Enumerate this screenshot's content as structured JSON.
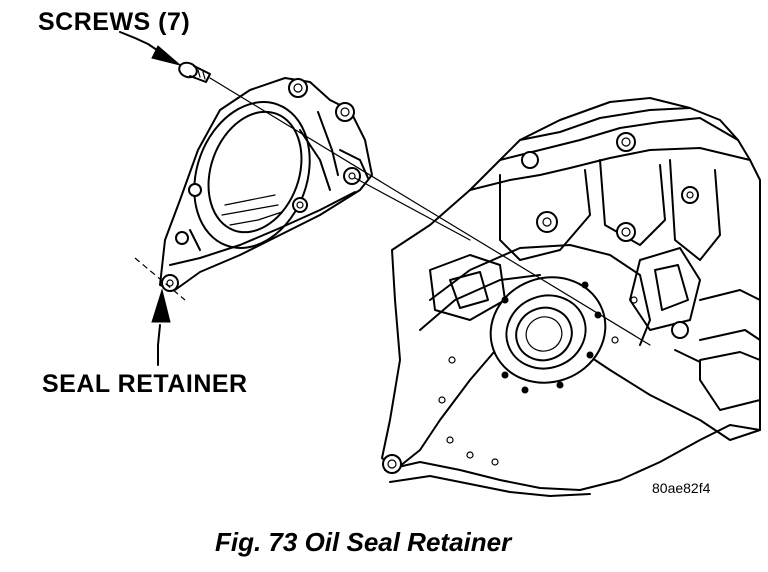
{
  "labels": {
    "screws": "SCREWS (7)",
    "seal_retainer": "SEAL RETAINER",
    "drawing_code": "80ae82f4",
    "caption": "Fig. 73 Oil Seal Retainer"
  },
  "colors": {
    "ink": "#000000",
    "paper": "#ffffff"
  }
}
